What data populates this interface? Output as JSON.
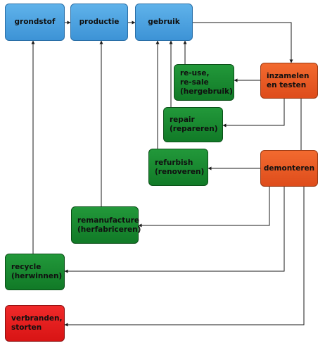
{
  "nodes": {
    "grondstof": "grondstof",
    "productie": "productie",
    "gebruik": "gebruik",
    "inzamelen": [
      "inzamelen",
      "en testen"
    ],
    "reuse": [
      "re-use,",
      "re-sale",
      "(hergebruik)"
    ],
    "repair": [
      "repair",
      "(repareren)"
    ],
    "refurbish": [
      "refurbish",
      "(renoveren)"
    ],
    "demonteren": "demonteren",
    "remanufacture": [
      "remanufacture",
      "(herfabriceren)"
    ],
    "recycle": [
      "recycle",
      "(herwinnen)"
    ],
    "verbranden": [
      "verbranden,",
      "storten"
    ]
  },
  "colors": {
    "blue": "#4aa3e0",
    "orange": "#e95a22",
    "green": "#168a2e",
    "red": "#e61e1e",
    "line": "#1a1a1a"
  }
}
